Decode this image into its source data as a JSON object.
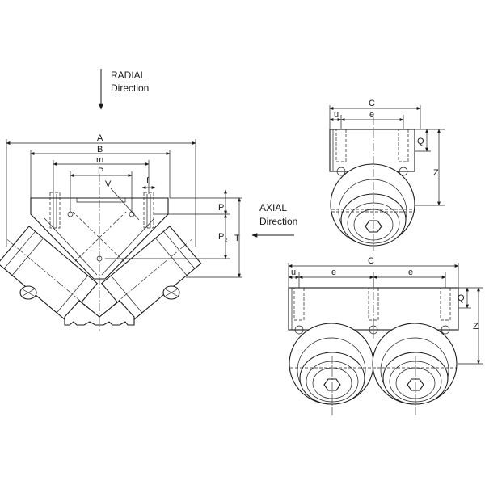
{
  "directions": {
    "radial": [
      "RADIAL",
      "Direction"
    ],
    "axial": [
      "AXIAL",
      "Direction"
    ]
  },
  "left_view_dims": {
    "A": "A",
    "B": "B",
    "m": "m",
    "P": "P",
    "f": "f",
    "V": "V",
    "P1": "P",
    "P1_sub": "1",
    "P2": "P",
    "P2_sub": "2",
    "T": "T"
  },
  "top_right_dims": {
    "C": "C",
    "u": "u",
    "e": "e",
    "Q": "Q",
    "Z": "Z"
  },
  "bottom_right_dims": {
    "C": "C",
    "u": "u",
    "e1": "e",
    "e2": "e",
    "Q": "Q",
    "Z": "Z"
  }
}
